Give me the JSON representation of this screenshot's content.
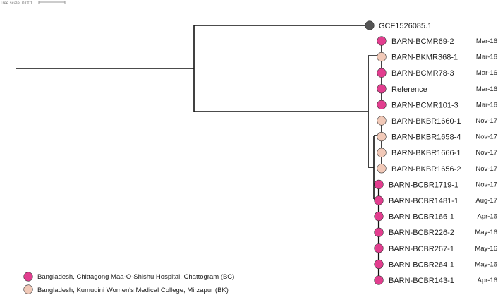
{
  "scale": {
    "label": "Tree scale: 0.001"
  },
  "colors": {
    "BC": "#e23e8f",
    "BK": "#f1c9b8",
    "outgroup": "#555555",
    "branch": "#111111"
  },
  "outgroup": {
    "label": "GCF1526085.1"
  },
  "tips": [
    {
      "label": "BARN-BCMR69-2",
      "date": "Mar-16",
      "site": "BC"
    },
    {
      "label": "BARN-BKMR368-1",
      "date": "Mar-16",
      "site": "BK"
    },
    {
      "label": "BARN-BCMR78-3",
      "date": "Mar-16",
      "site": "BC"
    },
    {
      "label": "Reference",
      "date": "Mar-16",
      "site": "BC"
    },
    {
      "label": "BARN-BCMR101-3",
      "date": "Mar-16",
      "site": "BC"
    },
    {
      "label": "BARN-BKBR1660-1",
      "date": "Nov-17",
      "site": "BK"
    },
    {
      "label": "BARN-BKBR1658-4",
      "date": "Nov-17",
      "site": "BK"
    },
    {
      "label": "BARN-BKBR1666-1",
      "date": "Nov-17",
      "site": "BK"
    },
    {
      "label": "BARN-BKBR1656-2",
      "date": "Nov-17",
      "site": "BK"
    },
    {
      "label": "BARN-BCBR1719-1",
      "date": "Nov-17",
      "site": "BC"
    },
    {
      "label": "BARN-BCBR1481-1",
      "date": "Aug-17",
      "site": "BC"
    },
    {
      "label": "BARN-BCBR166-1",
      "date": "Apr-16",
      "site": "BC"
    },
    {
      "label": "BARN-BCBR226-2",
      "date": "May-16",
      "site": "BC"
    },
    {
      "label": "BARN-BCBR267-1",
      "date": "May-16",
      "site": "BC"
    },
    {
      "label": "BARN-BCBR264-1",
      "date": "May-16",
      "site": "BC"
    },
    {
      "label": "BARN-BCBR143-1",
      "date": "Apr-16",
      "site": "BC"
    }
  ],
  "legend": [
    {
      "site": "BC",
      "label": "Bangladesh, Chittagong Maa-O-Shishu Hospital, Chattogram (BC)"
    },
    {
      "site": "BK",
      "label": "Bangladesh, Kumudini Women's Medical College, Mirzapur (BK)"
    }
  ]
}
